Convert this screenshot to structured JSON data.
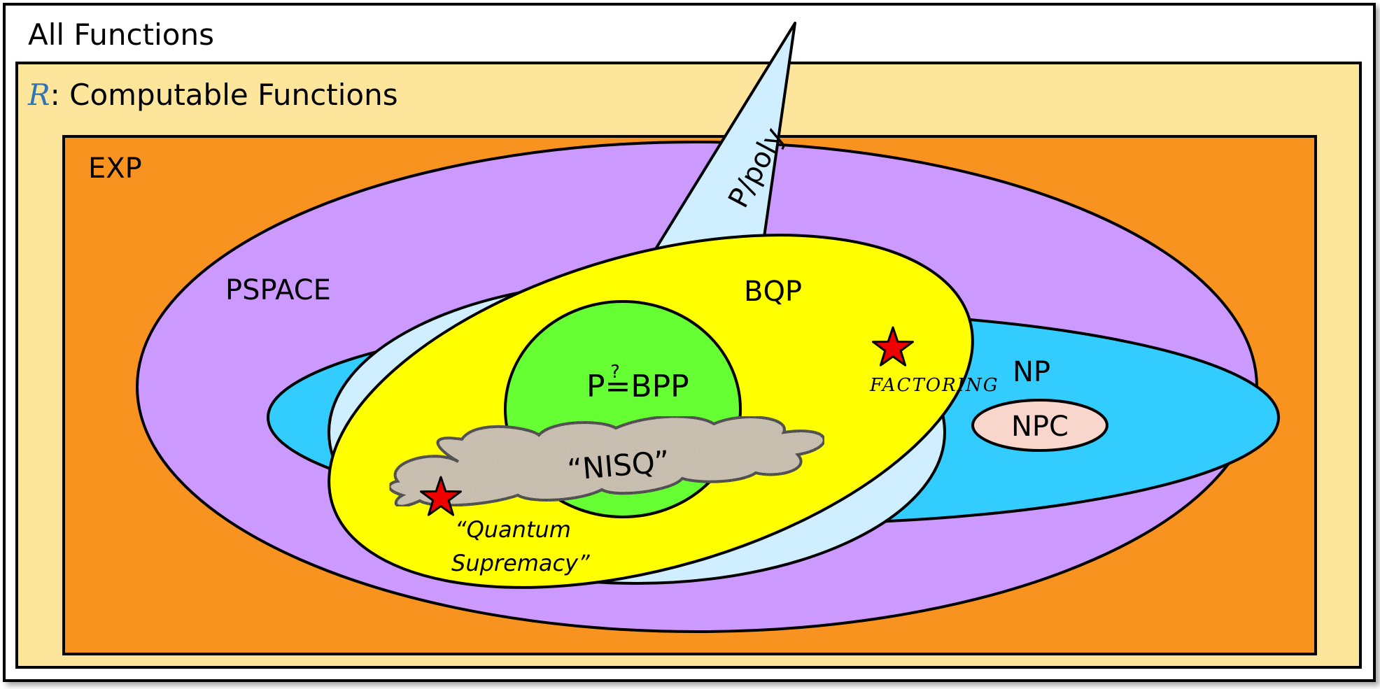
{
  "labels": {
    "all_functions": "All Functions",
    "r_symbol": "R",
    "computable": ": Computable Functions",
    "exp": "EXP",
    "pspace": "PSPACE",
    "bqp": "BQP",
    "np": "NP",
    "npc": "NPC",
    "ppoly": "P/poly",
    "p_part": "P",
    "eq_q": "?",
    "eq_sign": "=",
    "bpp_part": "BPP",
    "nisq": "“NISQ”",
    "factoring": "FACTORING",
    "quantum_line1": "“Quantum",
    "quantum_line2": "Supremacy”"
  },
  "colors": {
    "all_functions": "#ffffff",
    "computable": "#fde59c",
    "exp": "#f7931e",
    "pspace": "#cc99ff",
    "np": "#33ccff",
    "npc": "#f9d6cc",
    "ppoly": "#cfeeff",
    "bqp": "#ffff00",
    "bpp": "#66ff33",
    "nisq": "#cbbfad",
    "star": "#ee0000",
    "r_symbol": "#2e75b6"
  }
}
